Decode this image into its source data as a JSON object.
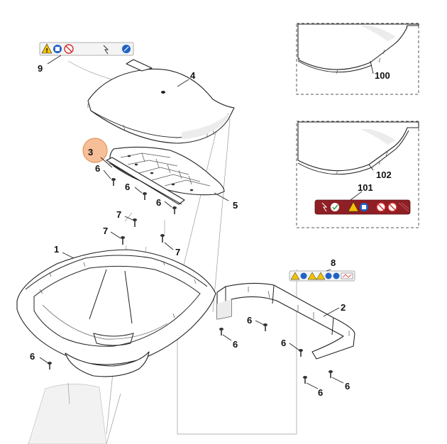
{
  "callouts": {
    "c1": "1",
    "c2": "2",
    "c3": "3",
    "c4": "4",
    "c5": "5",
    "c6a": "6",
    "c6b": "6",
    "c6c": "6",
    "c6d": "6",
    "c6e": "6",
    "c6f": "6",
    "c6g": "6",
    "c6h": "6",
    "c7a": "7",
    "c7b": "7",
    "c7c": "7",
    "c8": "8",
    "c9": "9",
    "c100": "100",
    "c101": "101",
    "c102": "102"
  },
  "colors": {
    "highlight_fill": "#f6b98c",
    "highlight_stroke": "#e08a4c",
    "label_red": "#8e1f25",
    "warning_yellow": "#f2c400",
    "info_blue": "#1f63c6",
    "prohibit_red": "#d22a2a"
  },
  "icons": {
    "label_9": [
      "warning-triangle-icon",
      "read-manual-icon",
      "no-hands-icon",
      "blade-hazard-icon",
      "info-icon"
    ],
    "label_8": [
      "warning-triangle-icon",
      "read-manual-icon",
      "warning-triangle-icon",
      "warning-triangle-icon",
      "info-icon",
      "info-icon",
      "safety-instructions-icon"
    ],
    "label_101": [
      "blade-hazard-icon",
      "ok-icon",
      "warning-triangle-icon",
      "read-manual-icon",
      "prohibit-icon",
      "prohibit-icon"
    ]
  }
}
